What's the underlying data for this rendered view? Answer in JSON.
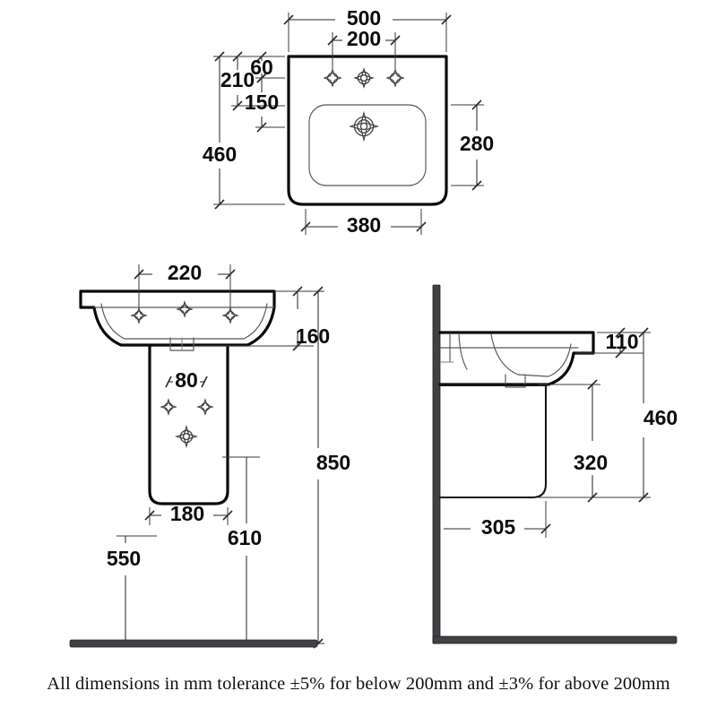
{
  "document": {
    "type": "technical-dimension-drawing",
    "subject": "wash basin with semi-pedestal",
    "units": "mm",
    "caption": "All dimensions in mm tolerance ±5% for below 200mm and ±3% for above 200mm"
  },
  "views": {
    "top": {
      "name": "top-view",
      "dimensions": {
        "overall_width": "500",
        "tap_hole_spacing": "200",
        "bowl_width": "380",
        "overall_depth": "460",
        "back_to_tap_holes": "210",
        "rim_to_tap_holes": "60",
        "tap_holes_to_bowl": "150",
        "bowl_depth": "280"
      },
      "features": {
        "tap_holes_count": "3",
        "waste_outlet": "1"
      }
    },
    "front": {
      "name": "front-view",
      "dimensions": {
        "tap_hole_span": "220",
        "basin_height": "160",
        "pedestal_fixing_spacing": "80",
        "pedestal_width": "180",
        "fixing_centre_height": "550",
        "pedestal_base_height": "610",
        "overall_height": "850"
      }
    },
    "side": {
      "name": "side-view",
      "dimensions": {
        "rim_thickness": "110",
        "bowl_bottom_height": "320",
        "projection": "305",
        "basin_top_height": "460"
      }
    }
  },
  "colors": {
    "outline": "#0a0a0a",
    "inner_line": "#55575a",
    "dimension_line": "#2a2a2a",
    "wall_fill": "#3f4144",
    "background": "#ffffff",
    "text": "#0c0c0c"
  },
  "labels": {
    "d500": "500",
    "d200": "200",
    "d60": "60",
    "d210": "210",
    "d150": "150",
    "d460_top": "460",
    "d280": "280",
    "d380": "380",
    "d220": "220",
    "d160": "160",
    "d80": "80",
    "d180": "180",
    "d550": "550",
    "d610": "610",
    "d850": "850",
    "d110": "110",
    "d460_side": "460",
    "d320": "320",
    "d305": "305"
  }
}
